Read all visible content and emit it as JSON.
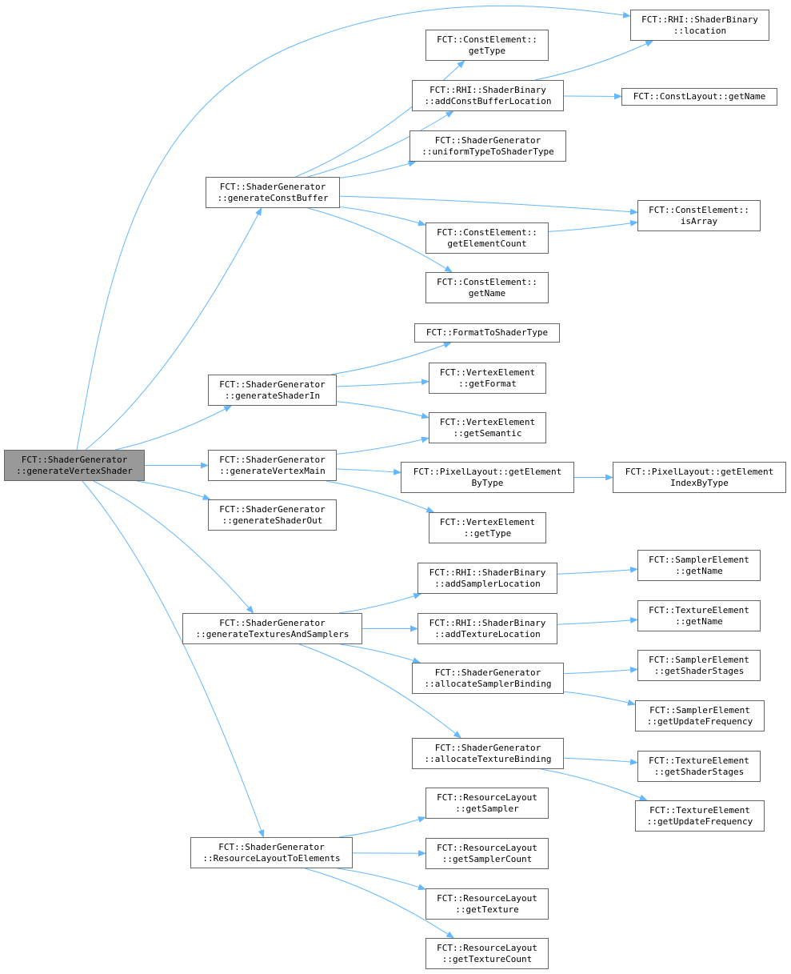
{
  "colors": {
    "edge": "#63b8ff",
    "root_fill": "#999999",
    "node_border": "#666666"
  },
  "nodes": [
    {
      "id": "root",
      "lines": [
        "FCT::ShaderGenerator",
        "::generateVertexShader"
      ],
      "root": true
    },
    {
      "id": "cb",
      "lines": [
        "FCT::ShaderGenerator",
        "::generateConstBuffer"
      ]
    },
    {
      "id": "sin",
      "lines": [
        "FCT::ShaderGenerator",
        "::generateShaderIn"
      ]
    },
    {
      "id": "vm",
      "lines": [
        "FCT::ShaderGenerator",
        "::generateVertexMain"
      ]
    },
    {
      "id": "sout",
      "lines": [
        "FCT::ShaderGenerator",
        "::generateShaderOut"
      ]
    },
    {
      "id": "tas",
      "lines": [
        "FCT::ShaderGenerator",
        "::generateTexturesAndSamplers"
      ]
    },
    {
      "id": "rle",
      "lines": [
        "FCT::ShaderGenerator",
        "::ResourceLayoutToElements"
      ]
    },
    {
      "id": "loc",
      "lines": [
        "FCT::RHI::ShaderBinary",
        "::location"
      ]
    },
    {
      "id": "cegt",
      "lines": [
        "FCT::ConstElement::",
        "getType"
      ]
    },
    {
      "id": "acbl",
      "lines": [
        "FCT::RHI::ShaderBinary",
        "::addConstBufferLocation"
      ]
    },
    {
      "id": "clgn",
      "lines": [
        "FCT::ConstLayout::getName"
      ]
    },
    {
      "id": "utst",
      "lines": [
        "FCT::ShaderGenerator",
        "::uniformTypeToShaderType"
      ]
    },
    {
      "id": "ceia",
      "lines": [
        "FCT::ConstElement::",
        "isArray"
      ]
    },
    {
      "id": "cegec",
      "lines": [
        "FCT::ConstElement::",
        "getElementCount"
      ]
    },
    {
      "id": "cegn",
      "lines": [
        "FCT::ConstElement::",
        "getName"
      ]
    },
    {
      "id": "ftst",
      "lines": [
        "FCT::FormatToShaderType"
      ]
    },
    {
      "id": "vegf",
      "lines": [
        "FCT::VertexElement",
        "::getFormat"
      ]
    },
    {
      "id": "vegs",
      "lines": [
        "FCT::VertexElement",
        "::getSemantic"
      ]
    },
    {
      "id": "plgebt",
      "lines": [
        "FCT::PixelLayout::getElement",
        "ByType"
      ]
    },
    {
      "id": "plgeibt",
      "lines": [
        "FCT::PixelLayout::getElement",
        "IndexByType"
      ]
    },
    {
      "id": "vegt",
      "lines": [
        "FCT::VertexElement",
        "::getType"
      ]
    },
    {
      "id": "asl",
      "lines": [
        "FCT::RHI::ShaderBinary",
        "::addSamplerLocation"
      ]
    },
    {
      "id": "atl",
      "lines": [
        "FCT::RHI::ShaderBinary",
        "::addTextureLocation"
      ]
    },
    {
      "id": "asb",
      "lines": [
        "FCT::ShaderGenerator",
        "::allocateSamplerBinding"
      ]
    },
    {
      "id": "atb",
      "lines": [
        "FCT::ShaderGenerator",
        "::allocateTextureBinding"
      ]
    },
    {
      "id": "segn",
      "lines": [
        "FCT::SamplerElement",
        "::getName"
      ]
    },
    {
      "id": "tegn",
      "lines": [
        "FCT::TextureElement",
        "::getName"
      ]
    },
    {
      "id": "segss",
      "lines": [
        "FCT::SamplerElement",
        "::getShaderStages"
      ]
    },
    {
      "id": "seguf",
      "lines": [
        "FCT::SamplerElement",
        "::getUpdateFrequency"
      ]
    },
    {
      "id": "tegss",
      "lines": [
        "FCT::TextureElement",
        "::getShaderStages"
      ]
    },
    {
      "id": "teguf",
      "lines": [
        "FCT::TextureElement",
        "::getUpdateFrequency"
      ]
    },
    {
      "id": "rlgs",
      "lines": [
        "FCT::ResourceLayout",
        "::getSampler"
      ]
    },
    {
      "id": "rlgsc",
      "lines": [
        "FCT::ResourceLayout",
        "::getSamplerCount"
      ]
    },
    {
      "id": "rlgt",
      "lines": [
        "FCT::ResourceLayout",
        "::getTexture"
      ]
    },
    {
      "id": "rlgtc",
      "lines": [
        "FCT::ResourceLayout",
        "::getTextureCount"
      ]
    }
  ],
  "edges": [
    [
      "root",
      "loc"
    ],
    [
      "root",
      "cb"
    ],
    [
      "root",
      "sin"
    ],
    [
      "root",
      "vm"
    ],
    [
      "root",
      "sout"
    ],
    [
      "root",
      "tas"
    ],
    [
      "root",
      "rle"
    ],
    [
      "cb",
      "cegt"
    ],
    [
      "cb",
      "acbl"
    ],
    [
      "cb",
      "utst"
    ],
    [
      "cb",
      "ceia"
    ],
    [
      "cb",
      "cegec"
    ],
    [
      "cb",
      "cegn"
    ],
    [
      "acbl",
      "loc"
    ],
    [
      "acbl",
      "clgn"
    ],
    [
      "cegec",
      "ceia"
    ],
    [
      "sin",
      "ftst"
    ],
    [
      "sin",
      "vegf"
    ],
    [
      "sin",
      "vegs"
    ],
    [
      "vm",
      "vegs"
    ],
    [
      "vm",
      "plgebt"
    ],
    [
      "vm",
      "vegt"
    ],
    [
      "plgebt",
      "plgeibt"
    ],
    [
      "tas",
      "asl"
    ],
    [
      "tas",
      "atl"
    ],
    [
      "tas",
      "asb"
    ],
    [
      "tas",
      "atb"
    ],
    [
      "asl",
      "segn"
    ],
    [
      "atl",
      "tegn"
    ],
    [
      "asb",
      "segss"
    ],
    [
      "asb",
      "seguf"
    ],
    [
      "atb",
      "tegss"
    ],
    [
      "atb",
      "teguf"
    ],
    [
      "rle",
      "rlgs"
    ],
    [
      "rle",
      "rlgsc"
    ],
    [
      "rle",
      "rlgt"
    ],
    [
      "rle",
      "rlgtc"
    ]
  ]
}
